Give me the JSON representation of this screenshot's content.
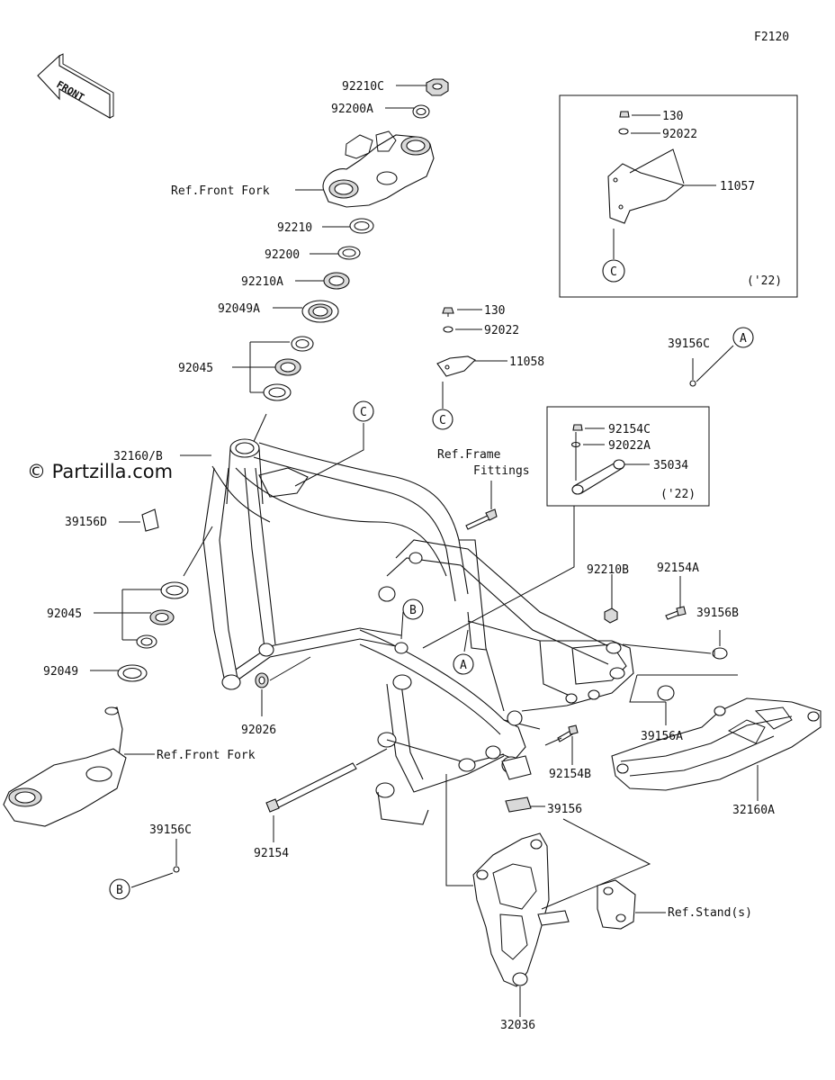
{
  "figure_code": "F2120",
  "watermark": "© Partzilla.com",
  "front_arrow": "FRONT",
  "labels": {
    "p92210C": "92210C",
    "p92200A": "92200A",
    "ref_front_fork_top": "Ref.Front Fork",
    "p92210": "92210",
    "p92200": "92200",
    "p92210A": "92210A",
    "p92049A": "92049A",
    "p92045_top": "92045",
    "p32160B": "32160/B",
    "p39156D": "39156D",
    "p92045_bottom": "92045",
    "p92049": "92049",
    "ref_front_fork_bottom": "Ref.Front Fork",
    "p92026": "92026",
    "p39156C_left": "39156C",
    "p92154": "92154",
    "p130_mid": "130",
    "p92022_mid": "92022",
    "p11058": "11058",
    "ref_frame_fittings_1": "Ref.Frame",
    "ref_frame_fittings_2": "Fittings",
    "p92154C": "92154C",
    "p92022A": "92022A",
    "p35034": "35034",
    "year_22_mid": "('22)",
    "p130_box": "130",
    "p92022_box": "92022",
    "p11057": "11057",
    "year_22_box": "('22)",
    "p39156C_right": "39156C",
    "p92210B": "92210B",
    "p92154A": "92154A",
    "p39156B": "39156B",
    "p39156A": "39156A",
    "p92154B": "92154B",
    "p32160A": "32160A",
    "p39156": "39156",
    "ref_stands": "Ref.Stand(s)",
    "p32036": "32036"
  },
  "callouts": {
    "a_right": "A",
    "a_frame": "A",
    "b_left": "B",
    "b_frame": "B",
    "c_box": "C",
    "c_mid": "C",
    "c_frame": "C"
  }
}
